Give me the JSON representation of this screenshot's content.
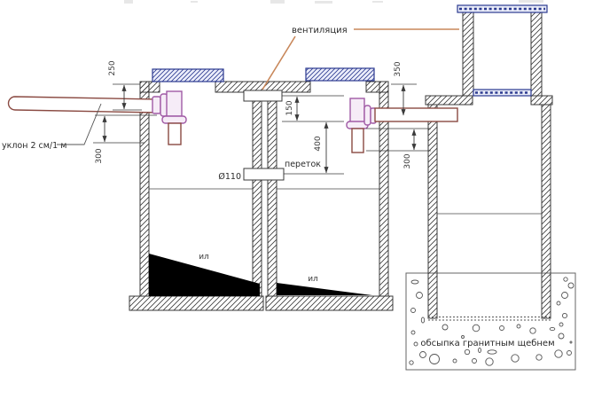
{
  "labels": {
    "ventilation": "вентиляция",
    "slope": "уклон 2 см/1 м",
    "overflow": "переток",
    "diameter": "Ø110",
    "sludge": "ил",
    "backfill": "обсыпка гранитным щебнем"
  },
  "dimensions": {
    "d250": "250",
    "d350": "350",
    "d150": "150",
    "d400": "400",
    "d300_left": "300",
    "d300_right": "300"
  },
  "colors": {
    "hatch_color": "#3a3a3a",
    "pipe_outline": "#8a4a42",
    "fitting_outline": "#a05aa5",
    "fitting_fill": "#f6ecf7",
    "leader_orange": "#c8875a",
    "lid_outline": "#2b3990",
    "sludge_color": "#000000",
    "text_color": "#2a2a2a"
  },
  "gravel_circles": [
    [
      468,
      318,
      4,
      2
    ],
    [
      473,
      333,
      3.5,
      3.5
    ],
    [
      466,
      350,
      2.5,
      2.5
    ],
    [
      477,
      361,
      1.7,
      3
    ],
    [
      466,
      375,
      2,
      2
    ],
    [
      469,
      388,
      2,
      2
    ],
    [
      477,
      400,
      3.5,
      3.5
    ],
    [
      490,
      405,
      5.5,
      5.5
    ],
    [
      464,
      409,
      2.2,
      2.2
    ],
    [
      502,
      369,
      3,
      3
    ],
    [
      522,
      380,
      1.5,
      1.5
    ],
    [
      537,
      370,
      3.8,
      3.8
    ],
    [
      566,
      370,
      2.5,
      2.5
    ],
    [
      585,
      368,
      2,
      2
    ],
    [
      601,
      373,
      3.2,
      3.2
    ],
    [
      513,
      407,
      2,
      2
    ],
    [
      527,
      397,
      2.7,
      2.7
    ],
    [
      541,
      395,
      1.5,
      2.5
    ],
    [
      555,
      397,
      5,
      2.2
    ],
    [
      535,
      407,
      2.5,
      2.5
    ],
    [
      552,
      408,
      4.2,
      4.2
    ],
    [
      581,
      404,
      4.2,
      4.2
    ],
    [
      608,
      403,
      3.2,
      3.2
    ],
    [
      630,
      399,
      4.2,
      4.2
    ],
    [
      642,
      398,
      2.5,
      2.5
    ],
    [
      623,
      371,
      2.8,
      1.6
    ],
    [
      633,
      379,
      3,
      3
    ],
    [
      644,
      386,
      1,
      1
    ],
    [
      638,
      315,
      2.2,
      2.2
    ],
    [
      644,
      322,
      3,
      3
    ],
    [
      637,
      333,
      3.5,
      3.5
    ],
    [
      630,
      342,
      2,
      2
    ],
    [
      637,
      356,
      2.6,
      2.6
    ],
    [
      633,
      366,
      2,
      2
    ]
  ]
}
